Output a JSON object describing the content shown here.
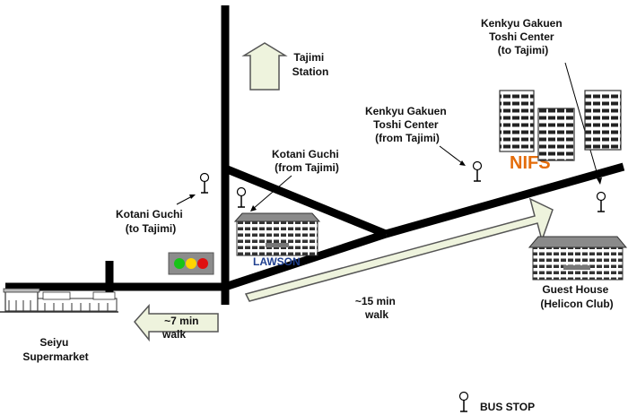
{
  "colors": {
    "road": "#000000",
    "arrow_fill": "#eef3dd",
    "arrow_stroke": "#555555",
    "nifs": "#e46c0a",
    "lawson_text": "#1f3f8f",
    "signal_green": "#17c417",
    "signal_yellow": "#ffd400",
    "signal_red": "#e01010"
  },
  "labels": {
    "tajimi_station": [
      "Tajimi",
      "Station"
    ],
    "kotani_to": [
      "Kotani Guchi",
      "(to Tajimi)"
    ],
    "kotani_from": [
      "Kotani Guchi",
      "(from Tajimi)"
    ],
    "kenkyu_from": [
      "Kenkyu Gakuen",
      "Toshi Center",
      "(from Tajimi)"
    ],
    "kenkyu_to": [
      "Kenkyu Gakuen",
      "Toshi Center",
      "(to Tajimi)"
    ],
    "nifs": "NIFS",
    "lawson": "LAWSON",
    "walk15": [
      "~15 min",
      "walk"
    ],
    "walk7": [
      "~7 min",
      "walk"
    ],
    "seiyu": [
      "Seiyu",
      "Supermarket"
    ],
    "guest_house": [
      "Guest House",
      "(Helicon Club)"
    ],
    "legend_bus_stop": "BUS STOP"
  },
  "icons": {
    "bus_stop": "bus-stop-icon",
    "traffic_light": "traffic-light-icon",
    "building": "building-icon",
    "direction_arrow": "arrow-icon"
  }
}
